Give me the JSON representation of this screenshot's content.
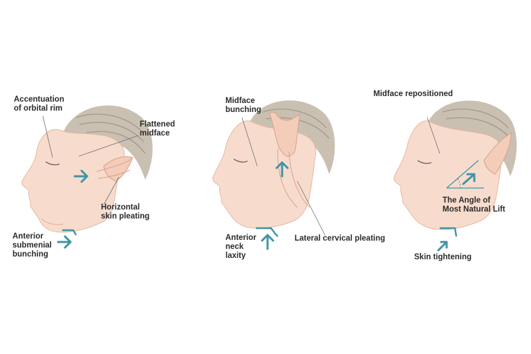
{
  "colors": {
    "background": "#ffffff",
    "skin": "#f7dccd",
    "skin_shadow": "#eab9a4",
    "hair": "#c9c0b2",
    "hair_dark": "#9f978a",
    "arrow": "#3f94a6",
    "leader": "#6d6d6d",
    "text": "#2b2b2b"
  },
  "panels": [
    {
      "name": "aging-face",
      "labels": [
        {
          "key": "orbital",
          "lines": [
            "Accentuation",
            "of orbital rim"
          ]
        },
        {
          "key": "midface",
          "lines": [
            "Flattened",
            "midface"
          ]
        },
        {
          "key": "pleating",
          "lines": [
            "Horizontal",
            "skin pleating"
          ]
        },
        {
          "key": "submental",
          "lines": [
            "Anterior",
            "submenial",
            "bunching"
          ]
        }
      ],
      "icons": [
        "arrow-right-icon",
        "arrow-right-icon"
      ]
    },
    {
      "name": "vertical-lift",
      "labels": [
        {
          "key": "bunching",
          "lines": [
            "Midface",
            "bunching"
          ]
        },
        {
          "key": "neck",
          "lines": [
            "Anterior",
            "neck",
            "laxity"
          ]
        },
        {
          "key": "cervical",
          "lines": [
            "Lateral cervical pleating"
          ]
        }
      ],
      "icons": [
        "arrow-up-icon",
        "arrow-up-icon"
      ]
    },
    {
      "name": "natural-lift",
      "labels": [
        {
          "key": "repositioned",
          "lines": [
            "Midface repositioned"
          ]
        },
        {
          "key": "angle",
          "lines": [
            "The Angle of",
            "Most Natural Lift"
          ]
        },
        {
          "key": "tightening",
          "lines": [
            "Skin tightening"
          ]
        }
      ],
      "icons": [
        "arrow-diagonal-icon",
        "arrow-diagonal-icon"
      ]
    }
  ]
}
